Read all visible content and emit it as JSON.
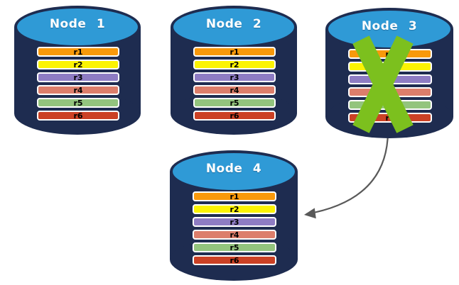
{
  "diagram": {
    "description": "Database replication diagram: failed node re-replicated to a new node",
    "background_color": "#FFFFFF",
    "nodes": [
      {
        "id": "node-1",
        "label": "Node 1",
        "failed": false,
        "records": [
          "r1",
          "r2",
          "r3",
          "r4",
          "r5",
          "r6"
        ]
      },
      {
        "id": "node-2",
        "label": "Node 2",
        "failed": false,
        "records": [
          "r1",
          "r2",
          "r3",
          "r4",
          "r5",
          "r6"
        ]
      },
      {
        "id": "node-3",
        "label": "Node 3",
        "failed": true,
        "records": [
          "r1",
          "r2",
          "r3",
          "r4",
          "r5",
          "r6"
        ]
      },
      {
        "id": "node-4",
        "label": "Node 4",
        "failed": false,
        "records": [
          "r1",
          "r2",
          "r3",
          "r4",
          "r5",
          "r6"
        ]
      }
    ],
    "record_colors": {
      "r1": "#F8990B",
      "r2": "#FBF303",
      "r3": "#8E7CC3",
      "r4": "#DC7E6B",
      "r5": "#93C47D",
      "r6": "#CB4125"
    },
    "colors": {
      "cylinder_body": "#1E2C50",
      "cylinder_top": "#2F9AD6",
      "failure_cross": "#7CC01E",
      "arrow": "#595959",
      "record_border": "#FFFFFF",
      "record_text": "#000000",
      "node_label_text": "#FFFFFF"
    },
    "arrow": {
      "from": "node-3",
      "to": "node-4"
    }
  }
}
